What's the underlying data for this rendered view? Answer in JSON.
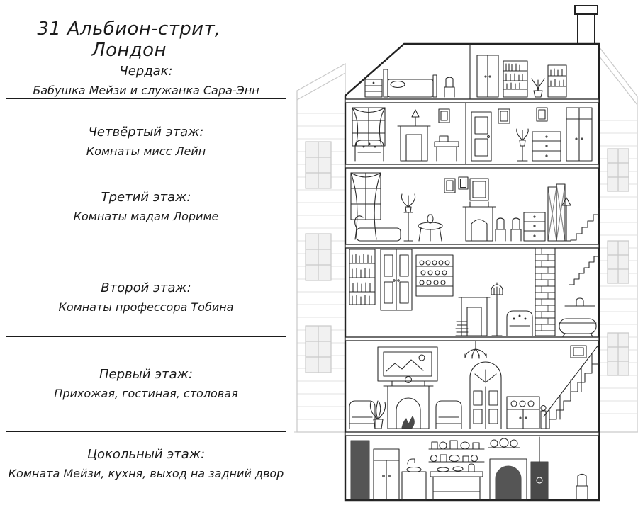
{
  "page": {
    "title": "31 Альбион-стрит, Лондон",
    "floors": [
      {
        "name": "Чердак:",
        "description": "Бабушка Мейзи и служанка Сара-Энн"
      },
      {
        "name": "Четвёртый этаж:",
        "description": "Комнаты мисс Лейн"
      },
      {
        "name": "Третий этаж:",
        "description": "Комнаты мадам Лориме"
      },
      {
        "name": "Второй этаж:",
        "description": "Комнаты профессора Тобина"
      },
      {
        "name": "Первый этаж:",
        "description": "Прихожая, гостиная, столовая"
      },
      {
        "name": "Цокольный этаж:",
        "description": "Комната Мейзи, кухня, выход на задний двор"
      }
    ]
  },
  "colors": {
    "ink": "#2b2b2b",
    "outline": "#222222",
    "neighbor": "#c9c9c9",
    "background": "#ffffff"
  }
}
